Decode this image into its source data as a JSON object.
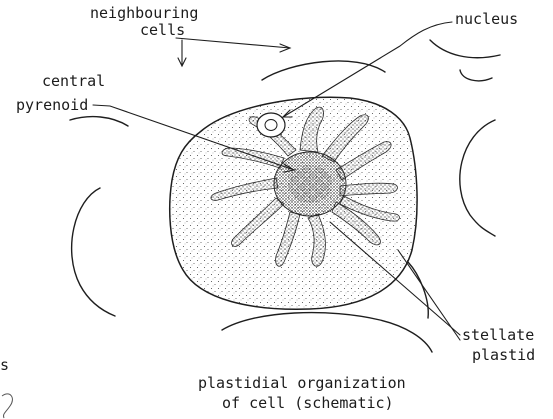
{
  "figure": {
    "labels": {
      "neighbouring_line1": "neighbouring",
      "neighbouring_line2": "cells",
      "nucleus": "nucleus",
      "central_line1": "central",
      "central_line2": "pyrenoid",
      "stellate_line1": "stellate",
      "stellate_line2": "plastid",
      "margin_fragment": "s"
    },
    "caption": {
      "line1": "plastidial organization",
      "line2": "of cell (schematic)"
    }
  },
  "colors": {
    "ink": "#1e1e1e",
    "stipple": "#3a3a3a",
    "background": "#ffffff"
  }
}
